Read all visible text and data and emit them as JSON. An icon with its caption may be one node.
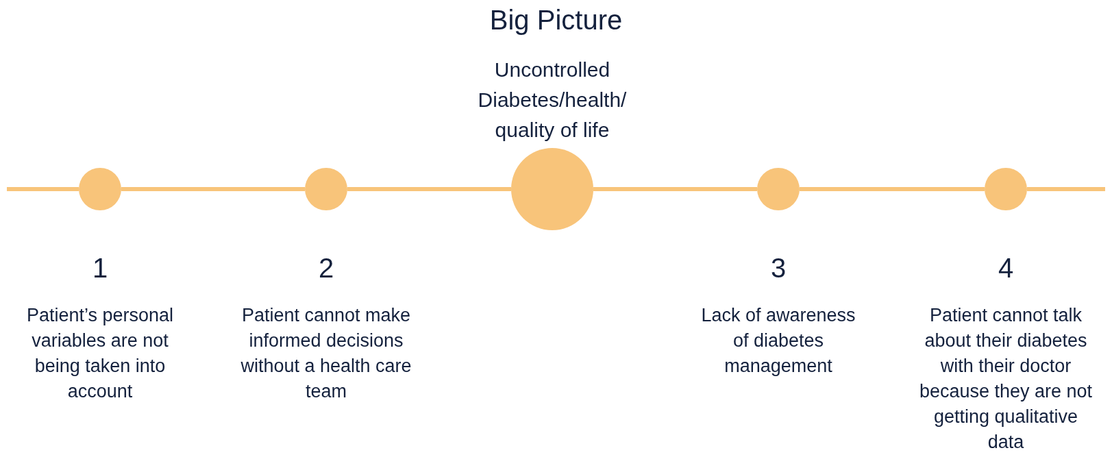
{
  "diagram": {
    "title": "Big Picture",
    "nodes": [
      {
        "text": [],
        "shape": "circle",
        "beside": [
          "1",
          "Patient’s personal variables are not being taken into account"
        ]
      },
      {
        "text": [],
        "shape": "circle",
        "beside": [
          "2",
          "Patient cannot make informed decisions without a health care team"
        ]
      },
      {
        "text": [],
        "shape": "circle",
        "beside": [
          "Uncontrolled Diabetes/health/ quality of life"
        ]
      },
      {
        "text": [],
        "shape": "circle",
        "beside": [
          "3",
          "Lack of awareness of diabetes management"
        ]
      },
      {
        "text": [],
        "shape": "circle",
        "beside": [
          "4",
          "Patient cannot talk about their diabetes with their doctor because they are not getting qualitative data"
        ]
      }
    ],
    "edges": [
      {
        "from": null,
        "to": 0,
        "arrow": "none"
      },
      {
        "from": 0,
        "to": 1,
        "arrow": "none"
      },
      {
        "from": 1,
        "to": 2,
        "arrow": "none"
      },
      {
        "from": 2,
        "to": 3,
        "arrow": "none"
      },
      {
        "from": 3,
        "to": 4,
        "arrow": "none"
      },
      {
        "from": 4,
        "to": null,
        "arrow": "none"
      }
    ]
  }
}
